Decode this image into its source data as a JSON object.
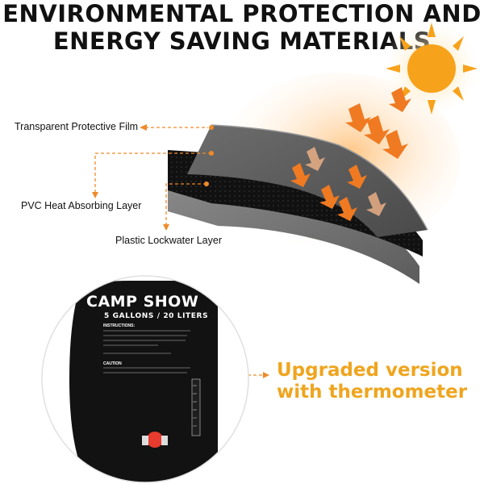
{
  "headline": {
    "line1": "ENVIRONMENTAL PROTECTION AND",
    "line2": "ENERGY SAVING MATERIALS"
  },
  "layers": {
    "film": "Transparent Protective Film",
    "pvc": "PVC Heat  Absorbing Layer",
    "plastic": "Plastic Lockwater Layer"
  },
  "callout": {
    "line1": "Upgraded version",
    "line2": "with thermometer"
  },
  "bag": {
    "title": "CAMP SHOW",
    "capacity": "5 GALLONS / 20 LITERS",
    "instructions": "INSTRUCTIONS:",
    "caution": "CAUTION"
  },
  "colors": {
    "accent": "#efa51f",
    "arrow": "#e8742a",
    "sun": "#f7a21b"
  }
}
